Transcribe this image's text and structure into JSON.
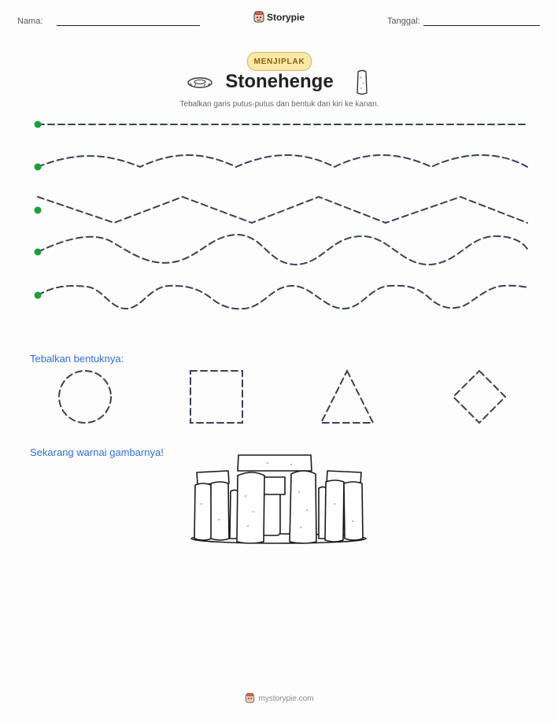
{
  "header": {
    "name_label": "Nama:",
    "brand": "Storypie",
    "date_label": "Tanggal:"
  },
  "worksheet": {
    "badge": "MENJIPLAK",
    "title": "Stonehenge",
    "instruction": "Tebalkan garis putus-putus dan bentuk dari kiri ke kanan."
  },
  "lines": {
    "start_dot_color": "#1e9e3a",
    "stroke_color": "#3a3f5c",
    "kinds": [
      "straight",
      "gentle-wave",
      "zigzag",
      "wave",
      "bumpy-wave"
    ]
  },
  "shapes_section": {
    "label": "Tebalkan bentuknya:",
    "shapes": [
      "circle",
      "square",
      "triangle",
      "diamond"
    ]
  },
  "coloring_section": {
    "label": "Sekarang warnai gambarnya!",
    "image": "stonehenge-coloring-illustration"
  },
  "footer": {
    "url": "mystorypie.com"
  }
}
